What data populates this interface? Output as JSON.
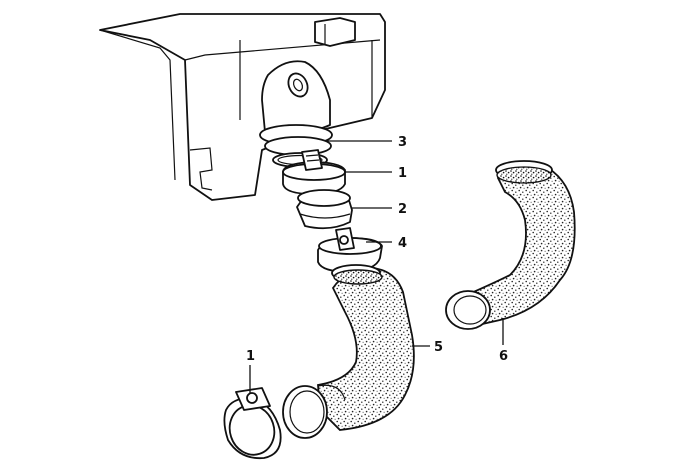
{
  "callouts": {
    "c3": "3",
    "c1_top": "1",
    "c2": "2",
    "c4": "4",
    "c5": "5",
    "c6": "6",
    "c1_bottom": "1"
  }
}
